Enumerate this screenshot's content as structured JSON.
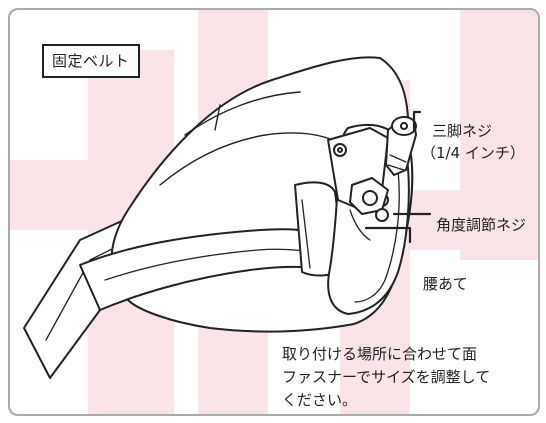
{
  "title": "固定ベルト",
  "labels": {
    "tripod_screw": "三脚ネジ",
    "tripod_screw_size": "（1/4 インチ）",
    "angle_screw": "角度調節ネジ",
    "waist_pad": "腰あて"
  },
  "note": [
    "取り付ける場所に合わせて面",
    "ファスナーでサイズを調整して",
    "ください。"
  ],
  "colors": {
    "frame_border": "#a9a9a9",
    "watermark": "#fbe4e8",
    "line_art": "#222222"
  }
}
